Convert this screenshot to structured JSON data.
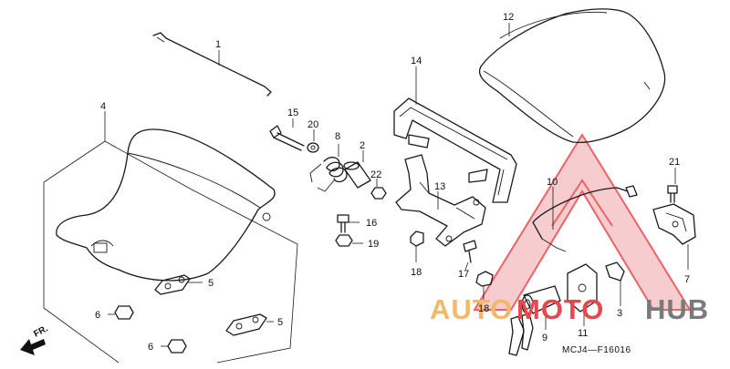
{
  "diagram": {
    "callouts": [
      "1",
      "2",
      "3",
      "4",
      "5",
      "5",
      "6",
      "6",
      "7",
      "8",
      "9",
      "10",
      "11",
      "12",
      "13",
      "14",
      "15",
      "16",
      "17",
      "18",
      "18",
      "19",
      "20",
      "21",
      "22"
    ],
    "drawing_code": "MCJ4—F16016",
    "front_arrow_label": "FR."
  },
  "watermark": {
    "part1": "AUTO",
    "part2": "MOTO",
    "part3": "HUB",
    "color_outline": "#e8474d",
    "color_auto": "#f2b96a",
    "color_moto": "#e8474d",
    "color_hub": "#7a7a7a"
  }
}
